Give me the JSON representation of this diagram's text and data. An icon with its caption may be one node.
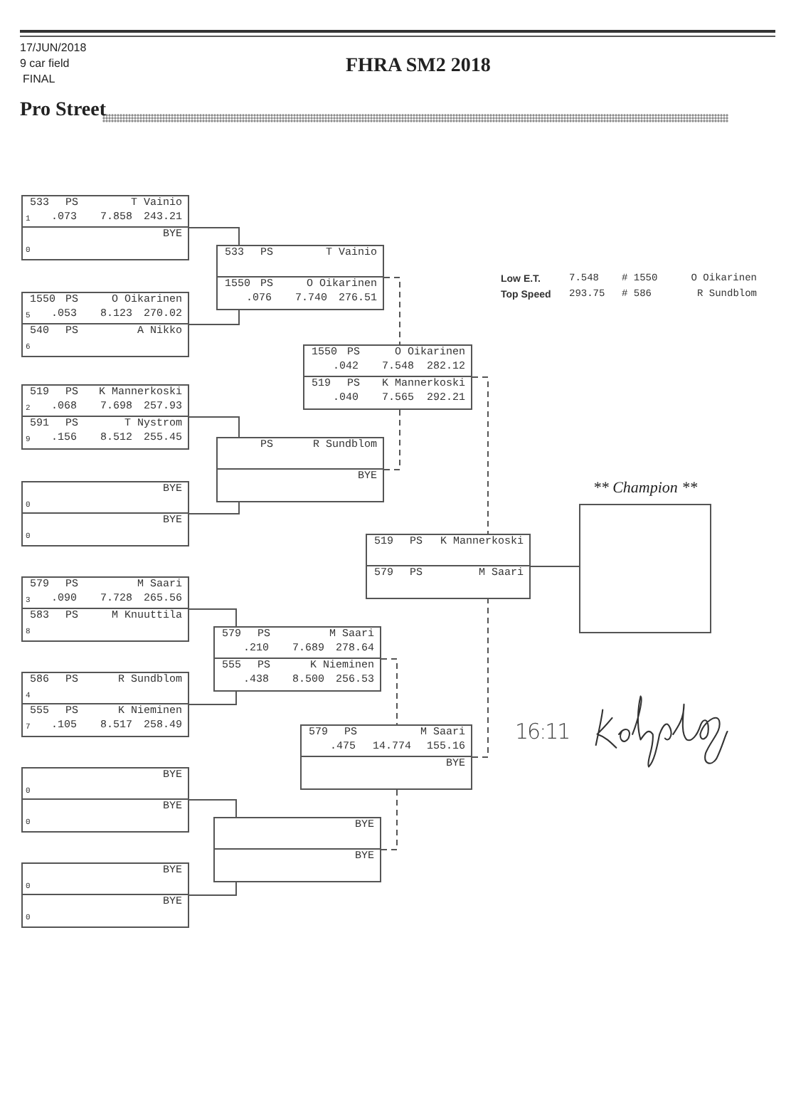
{
  "diagram": {
    "title": "FHRA SM2 2018",
    "nodes": [
      {
        "text": [
          "533",
          "PS",
          "T Vainio",
          "1",
          ".073",
          "7.858",
          "243.21",
          "BYE",
          "0"
        ]
      },
      {
        "text": [
          "1550",
          "PS",
          "O Oikarinen",
          "5",
          ".053",
          "8.123",
          "270.02",
          "540",
          "PS",
          "A Nikko",
          "6"
        ]
      },
      {
        "text": [
          "519",
          "PS",
          "K Mannerkoski",
          "2",
          ".068",
          "7.698",
          "257.93",
          "591",
          "PS",
          "T Nystrom",
          "9",
          ".156",
          "8.512",
          "255.45"
        ]
      },
      {
        "text": [
          "BYE",
          "0",
          "BYE",
          "0"
        ]
      },
      {
        "text": [
          "579",
          "PS",
          "M Saari",
          "3",
          ".090",
          "7.728",
          "265.56",
          "583",
          "PS",
          "M Knuuttila",
          "8"
        ]
      },
      {
        "text": [
          "586",
          "PS",
          "R Sundblom",
          "4",
          "555",
          "PS",
          "K Nieminen",
          "7",
          ".105",
          "8.517",
          "258.49"
        ]
      },
      {
        "text": [
          "BYE",
          "0",
          "BYE",
          "0"
        ]
      },
      {
        "text": [
          "BYE",
          "0",
          "BYE",
          "0"
        ]
      },
      {
        "text": [
          "533",
          "PS",
          "T Vainio",
          "1550",
          "PS",
          "O Oikarinen",
          ".076",
          "7.740",
          "276.51"
        ]
      },
      {
        "text": [
          "PS",
          "R Sundblom",
          "BYE"
        ]
      },
      {
        "text": [
          "579",
          "PS",
          "M Saari",
          ".210",
          "7.689",
          "278.64",
          "555",
          "PS",
          "K Nieminen",
          ".438",
          "8.500",
          "256.53"
        ]
      },
      {
        "text": [
          "BYE",
          "BYE"
        ]
      },
      {
        "text": [
          "1550",
          "PS",
          "O Oikarinen",
          ".042",
          "7.548",
          "282.12",
          "519",
          "PS",
          "K Mannerkoski",
          ".040",
          "7.565",
          "292.21"
        ]
      },
      {
        "text": [
          "579",
          "PS",
          "M Saari",
          ".475",
          "14.774",
          "155.16",
          "BYE"
        ]
      },
      {
        "text": [
          "519",
          "PS",
          "K Mannerkoski",
          "579",
          "PS",
          "M Saari"
        ]
      },
      {
        "text": [
          "** Champion **"
        ]
      }
    ],
    "edges": [
      {
        "from": 0,
        "to": 8,
        "arrow": "none"
      },
      {
        "from": 1,
        "to": 8,
        "arrow": "none"
      },
      {
        "from": 2,
        "to": 9,
        "arrow": "none"
      },
      {
        "from": 3,
        "to": 9,
        "arrow": "none"
      },
      {
        "from": 4,
        "to": 10,
        "arrow": "none"
      },
      {
        "from": 5,
        "to": 10,
        "arrow": "none"
      },
      {
        "from": 6,
        "to": 11,
        "arrow": "none"
      },
      {
        "from": 7,
        "to": 11,
        "arrow": "none"
      },
      {
        "from": 8,
        "to": 12,
        "arrow": "none",
        "style": "dashed"
      },
      {
        "from": 9,
        "to": 12,
        "arrow": "none",
        "style": "dashed"
      },
      {
        "from": 10,
        "to": 13,
        "arrow": "none",
        "style": "dashed"
      },
      {
        "from": 11,
        "to": 13,
        "arrow": "none",
        "style": "dashed"
      },
      {
        "from": 12,
        "to": 14,
        "arrow": "none",
        "style": "dashed"
      },
      {
        "from": 13,
        "to": 14,
        "arrow": "none",
        "style": "dashed"
      },
      {
        "from": 14,
        "to": 15,
        "arrow": "none"
      }
    ],
    "labels": [
      "17/JUN/2018",
      "9 car field",
      "FINAL",
      "Pro Street",
      "Low E.T.",
      "7.548",
      "# 1550",
      "O Oikarinen",
      "Top Speed",
      "293.75",
      "# 586",
      "R Sundblom",
      "16:11"
    ]
  }
}
